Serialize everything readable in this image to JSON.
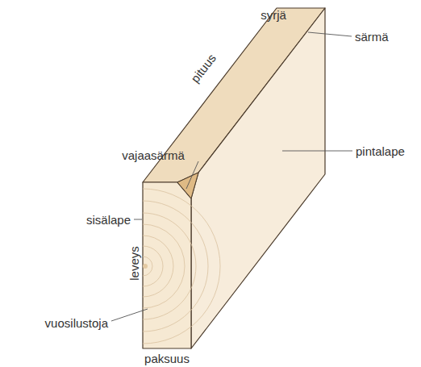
{
  "diagram": {
    "labels": [
      "syrjä",
      "särmä",
      "pituus",
      "vajaasärmä",
      "pintalape",
      "sisälape",
      "leveys",
      "vuosilustoja",
      "paksuus"
    ]
  }
}
